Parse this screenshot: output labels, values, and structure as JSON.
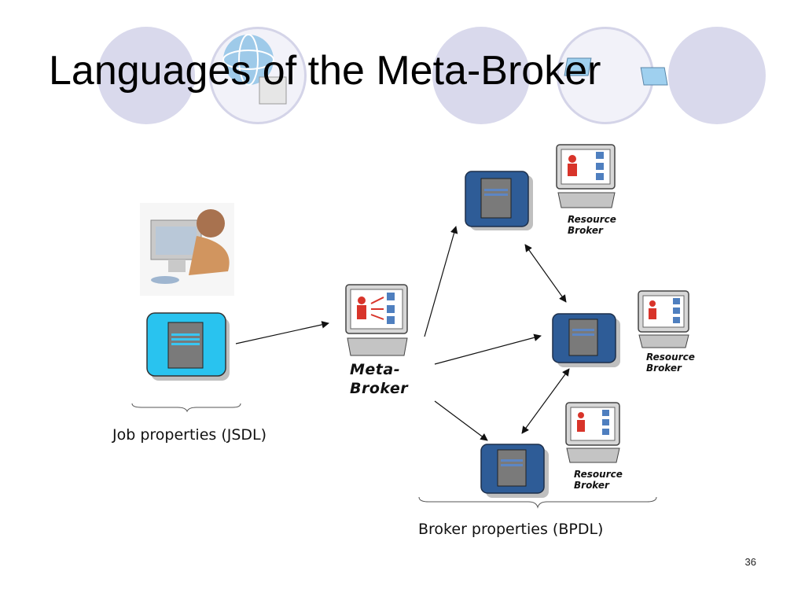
{
  "slide": {
    "title": "Languages of the Meta-Broker",
    "page_number": "36"
  },
  "diagram": {
    "job_caption": "Job properties (JSDL)",
    "broker_caption": "Broker properties (BPDL)",
    "meta_broker_line1": "Meta-",
    "meta_broker_line2": "Broker",
    "resource_broker_top": {
      "line1": "Resource",
      "line2": "Broker"
    },
    "resource_broker_middle": {
      "line1": "Resource",
      "line2": "Broker"
    },
    "resource_broker_bottom": {
      "line1": "Resource",
      "line2": "Broker"
    }
  },
  "colors": {
    "job_server_fill": "#29c3ef",
    "broker_server_fill": "#2e5c97",
    "decor_circle": "#d9d9ec"
  }
}
